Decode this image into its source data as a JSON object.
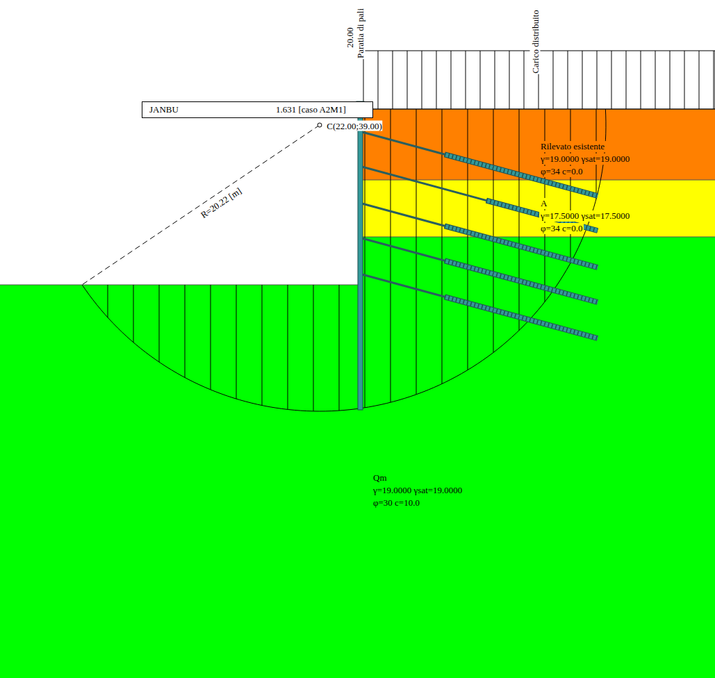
{
  "diagram": {
    "nodes": [
      {
        "text": [
          "JANBU",
          "1.631 [caso A2M1]"
        ]
      },
      {
        "text": [
          "Rilevato esistente",
          "γ=19.0000   γsat=19.0000",
          "φ=34  c=0.0"
        ]
      },
      {
        "text": [
          "A",
          "γ=17.5000   γsat=17.5000",
          "φ=34  c=0.0"
        ]
      },
      {
        "text": [
          "Qm",
          "γ=19.0000   γsat=19.0000",
          "φ=30  c=10.0"
        ]
      }
    ],
    "labels": [
      "Paratia di pali",
      "20.00",
      "Carico distribuito",
      "C(22.00;39.00)",
      "R=20.22 [m]"
    ]
  }
}
